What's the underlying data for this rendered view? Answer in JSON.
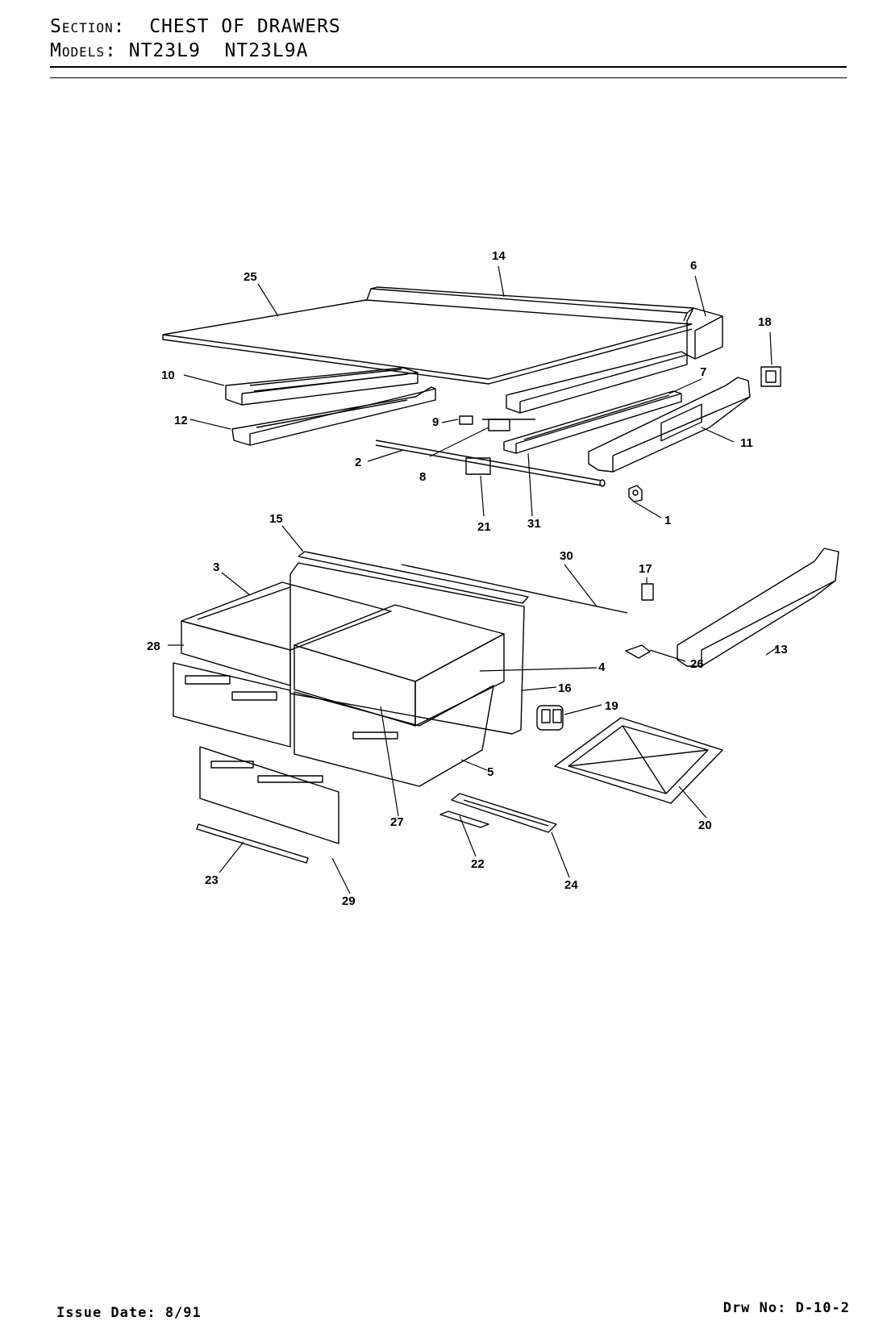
{
  "header": {
    "section_label": "Section:",
    "section_value": "CHEST OF DRAWERS",
    "models_label": "Models:",
    "models_value": "NT23L9  NT23L9A"
  },
  "footer": {
    "issue_date": "Issue Date: 8/91",
    "drawing_number": "Drw No: D-10-2"
  },
  "callouts": {
    "c1": "1",
    "c2": "2",
    "c3": "3",
    "c4": "4",
    "c5": "5",
    "c6": "6",
    "c7": "7",
    "c8": "8",
    "c9": "9",
    "c10": "10",
    "c11": "11",
    "c12": "12",
    "c13": "13",
    "c14": "14",
    "c15": "15",
    "c16": "16",
    "c17": "17",
    "c18": "18",
    "c19": "19",
    "c20": "20",
    "c21": "21",
    "c22": "22",
    "c23": "23",
    "c24": "24",
    "c25": "25",
    "c26": "26",
    "c27": "27",
    "c28": "28",
    "c29": "29",
    "c30": "30",
    "c31": "31"
  }
}
